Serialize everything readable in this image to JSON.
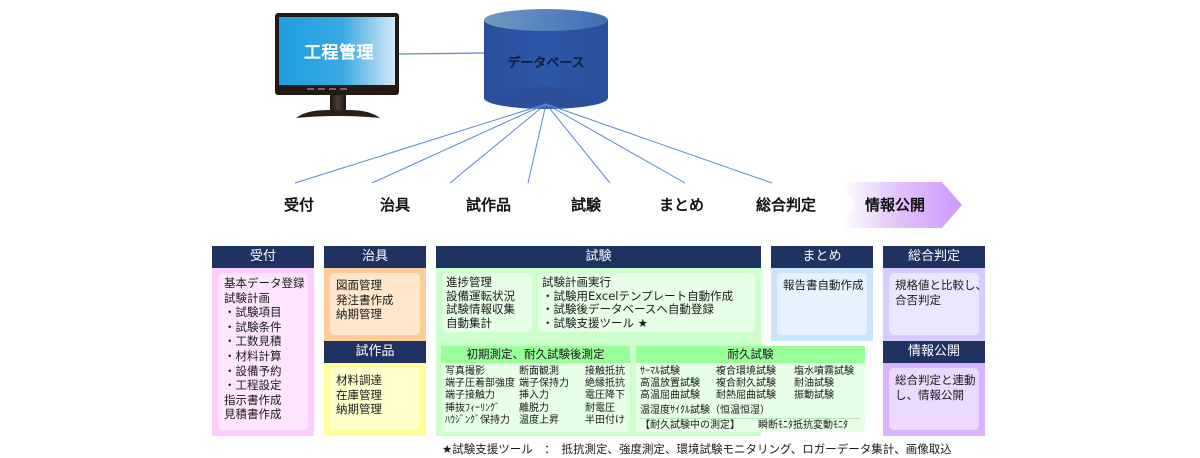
{
  "diagram": {
    "monitor": {
      "label": "工程管理",
      "icon": "monitor-icon"
    },
    "database": {
      "label": "データベース",
      "icon": "database-cylinder-icon"
    },
    "process_steps": [
      {
        "label": "受付"
      },
      {
        "label": "治具"
      },
      {
        "label": "試作品"
      },
      {
        "label": "試験"
      },
      {
        "label": "まとめ"
      },
      {
        "label": "総合判定"
      },
      {
        "label": "情報公開",
        "highlighted": true,
        "highlight_color": "#cc99ff"
      }
    ]
  },
  "panels": {
    "uketsuke": {
      "title": "受付",
      "items": [
        "基本データ登録",
        "試験計画",
        "・試験項目",
        "・試験条件",
        "・工数見積",
        "・材料計算",
        "・設備予約",
        "・工程設定",
        "指示書作成",
        "見積書作成"
      ]
    },
    "jigu": {
      "title": "治具",
      "items": [
        "図面管理",
        "発注書作成",
        "納期管理"
      ]
    },
    "shisakuhin": {
      "title": "試作品",
      "items": [
        "材料調達",
        "在庫管理",
        "納期管理"
      ]
    },
    "shiken": {
      "title": "試験",
      "left_items": [
        "進捗管理",
        "設備運転状況",
        "試験情報収集",
        "自動集計"
      ],
      "right_items": [
        "試験計画実行",
        "・試験用Excelテンプレート自動作成",
        "・試験後データベースへ自動登録",
        "・試験支援ツール ★"
      ],
      "initial_measurement": {
        "title": "初期測定、耐久試験後測定",
        "rows": [
          [
            "写真撮影",
            "断面観測",
            "接触抵抗"
          ],
          [
            "端子圧着部強度",
            "端子保持力",
            "絶縁抵抗"
          ],
          [
            "端子接触力",
            "挿入力",
            "電圧降下"
          ],
          [
            "挿抜ﾌｨｰﾘﾝｸﾞ",
            "離脱力",
            "耐電圧"
          ],
          [
            "ﾊｳｼﾞﾝｸﾞ保持力",
            "温度上昇",
            "半田付け"
          ]
        ]
      },
      "durability": {
        "title": "耐久試験",
        "rows": [
          [
            "ｻｰﾏﾙ試験",
            "複合環境試験",
            "塩水噴霧試験"
          ],
          [
            "高温放置試験",
            "複合耐久試験",
            "耐油試験"
          ],
          [
            "高温屈曲試験",
            "耐熱屈曲試験",
            "振動試験"
          ]
        ],
        "extra_row": "温湿度ｻｲｸﾙ試験（恒温恒湿）",
        "during_test_label": "【耐久試験中の測定】",
        "during_test_items": "瞬断ﾓﾆﾀ抵抗変動ﾓﾆﾀ"
      }
    },
    "matome": {
      "title": "まとめ",
      "items": [
        "報告書自動作成"
      ]
    },
    "sougou_hantei": {
      "title": "総合判定",
      "items": [
        "規格値と比較し、",
        "合否判定"
      ]
    },
    "jouhou_koukai": {
      "title": "情報公開",
      "items": [
        "総合判定と連動",
        "し、情報公開"
      ]
    }
  },
  "footnote": "★試験支援ツール　：　抵抗測定、強度測定、環境試験モニタリング、ロガーデータ集計、画像取込",
  "colors": {
    "header_navy": "#1f3363",
    "connector_line": "#5b86d6",
    "database_blue": "#2e56a6",
    "monitor_screen": "#29a3e0"
  }
}
